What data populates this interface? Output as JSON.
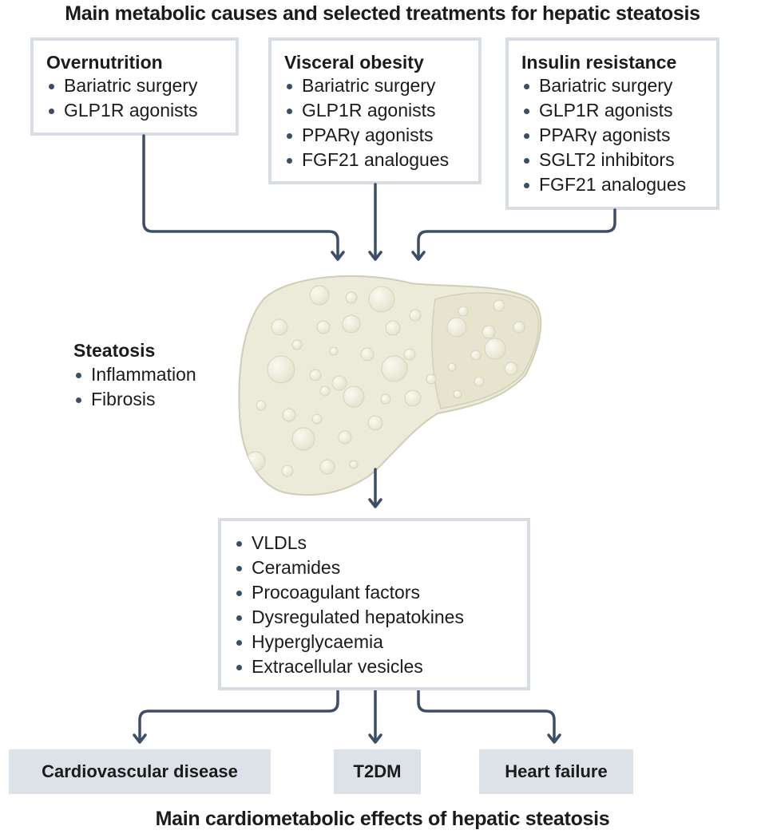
{
  "top_title": "Main metabolic causes and selected treatments for hepatic steatosis",
  "bottom_title": "Main cardiometabolic effects of hepatic steatosis",
  "causes": [
    {
      "title": "Overnutrition",
      "items": [
        "Bariatric surgery",
        "GLP1R agonists"
      ]
    },
    {
      "title": "Visceral obesity",
      "items": [
        "Bariatric surgery",
        "GLP1R agonists",
        "PPARγ agonists",
        "FGF21 analogues"
      ]
    },
    {
      "title": "Insulin resistance",
      "items": [
        "Bariatric surgery",
        "GLP1R agonists",
        "PPARγ agonists",
        "SGLT2 inhibitors",
        "FGF21 analogues"
      ]
    }
  ],
  "liver": {
    "title": "Steatosis",
    "items": [
      "Inflammation",
      "Fibrosis"
    ]
  },
  "mediators": [
    "VLDLs",
    "Ceramides",
    "Procoagulant factors",
    "Dysregulated hepatokines",
    "Hyperglycaemia",
    "Extracellular vesicles"
  ],
  "outcomes": [
    "Cardiovascular disease",
    "T2DM",
    "Heart failure"
  ],
  "colors": {
    "arrow": "#3d4d66",
    "box_border": "#d8dde3",
    "outcome_fill": "#dde2e8",
    "liver_fill": "#ecebd9",
    "liver_outline": "#c9c7ae"
  }
}
